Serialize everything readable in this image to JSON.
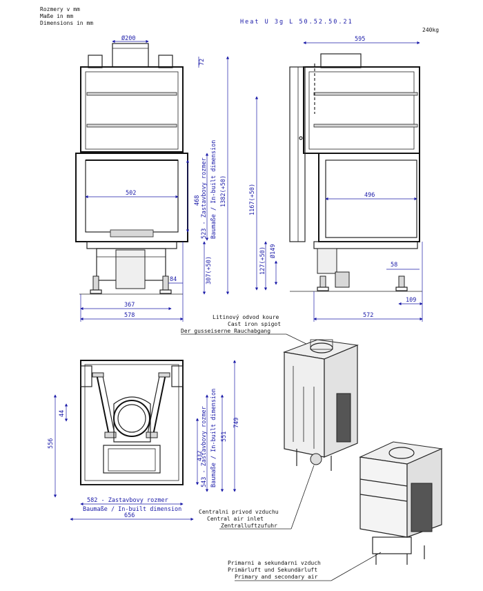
{
  "header": {
    "units_cz": "Rozmery v mm",
    "units_de": "Maße in mm",
    "units_en": "Dimensions in mm",
    "model": "Heat U 3g L 50.52.50.21",
    "weight": "240kg"
  },
  "front_view": {
    "flue_diameter": "Ø200",
    "top_offset": "72",
    "glass_width": "502",
    "glass_height": "468",
    "built_in_height": "523 - Zastavbovy rozmer",
    "built_in_height_label": "Baumaße / In-built dimension",
    "total_height": "1382(+50)",
    "leg_height": "307(+50)",
    "leg_offset": "84",
    "inner_width": "367",
    "total_width": "578"
  },
  "side_view": {
    "total_depth": "595",
    "glass_width": "496",
    "total_height": "1167(+50)",
    "inlet_height": "127(+50)",
    "inlet_diameter": "Ø149",
    "leg_offset": "58",
    "foot_offset": "109",
    "base_depth": "572"
  },
  "labels": {
    "spigot_cz": "Litinový odvod koure",
    "spigot_en": "Cast iron spigot",
    "spigot_de": "Der gusseiserne Rauchabgang",
    "central_cz": "Centralni privod vzduchu",
    "central_en": "Central air inlet",
    "central_de": "Zentralluftzufuhr",
    "primary_cz": "Primarni a sekundarni vzduch",
    "primary_de": "Primärluft und Sekundärluft",
    "primary_en": "Primary and secondary air"
  },
  "top_view": {
    "offset_44": "44",
    "depth_556": "556",
    "inner_432": "432",
    "built_in_543": "543 - Zastavbovy rozmer",
    "built_in_543_label": "Baumaße / In-built dimension",
    "depth_551": "551",
    "depth_749": "749",
    "built_in_582": "582 - Zastavbovy rozmer",
    "built_in_582_label": "Baumaße / In-built dimension",
    "width_656": "656"
  }
}
